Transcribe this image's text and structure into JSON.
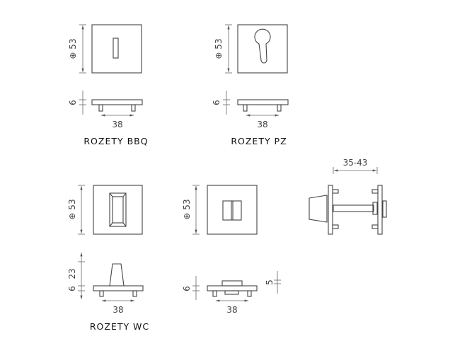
{
  "labels": {
    "bbq": "ROZETY BBQ",
    "pz": "ROZETY PZ",
    "wc": "ROZETY WC"
  },
  "dims": {
    "bbq_size": "⊕ 53",
    "bbq_height": "6",
    "bbq_pins": "38",
    "pz_size": "⊕ 53",
    "pz_height": "6",
    "pz_pins": "38",
    "wc_size": "⊕ 53",
    "wc_knob": "23",
    "wc_height": "6",
    "wc_pins": "38",
    "wc2_size": "⊕ 53",
    "wc2_height": "6",
    "wc2_thumb": "5",
    "wc2_pins": "38",
    "door_thickness": "35-43"
  }
}
